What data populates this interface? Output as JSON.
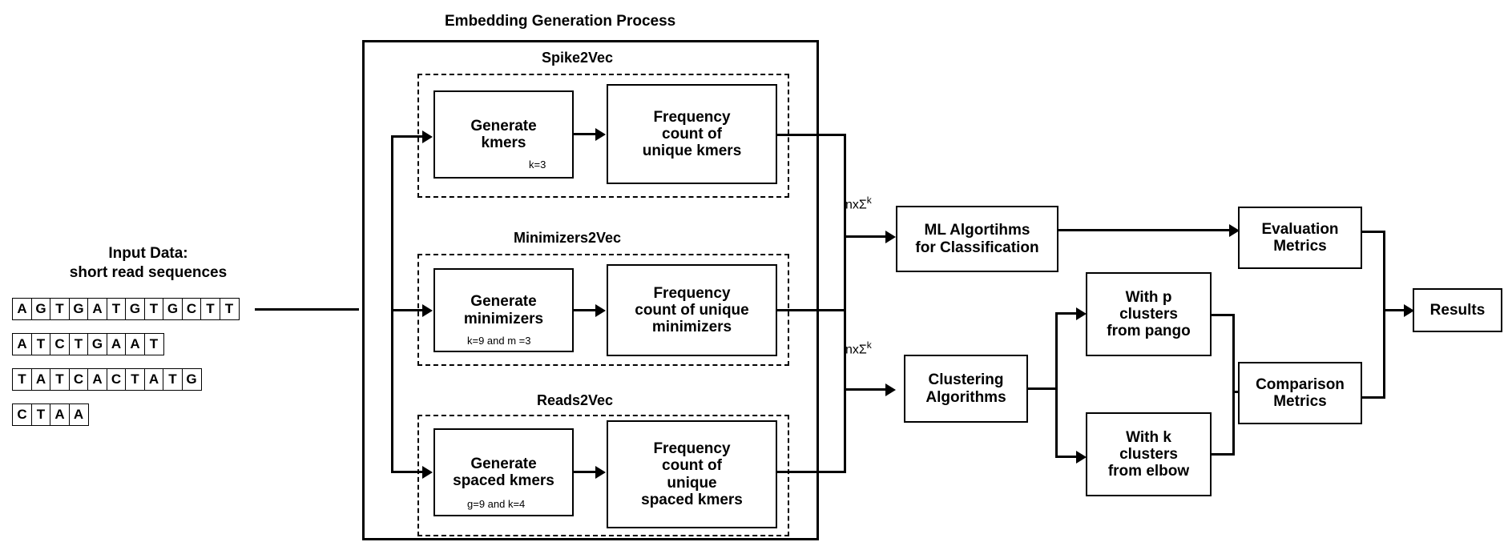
{
  "diagram": {
    "title": "Embedding Generation Process",
    "input": {
      "caption_line1": "Input Data:",
      "caption_line2": "short read sequences",
      "sequences": [
        "AGTGATGTGCTT",
        "ATCTGAAT",
        "TATCACTATG",
        "CTAA"
      ]
    },
    "pipelines": [
      {
        "name": "Spike2Vec",
        "generate": "Generate\nkmers",
        "generate_param": "k=3",
        "frequency": "Frequency\ncount of\nunique kmers"
      },
      {
        "name": "Minimizers2Vec",
        "generate": "Generate\nminimizers",
        "generate_param": "k=9 and m =3",
        "frequency": "Frequency\ncount of unique\nminimizers"
      },
      {
        "name": "Reads2Vec",
        "generate": "Generate\nspaced kmers",
        "generate_param": "g=9 and k=4",
        "frequency": "Frequency\ncount of\nunique\nspaced kmers"
      }
    ],
    "edge_labels": {
      "classification_dim": "nxΣ",
      "classification_dim_sup": "k",
      "clustering_dim": "nxΣ",
      "clustering_dim_sup": "k"
    },
    "downstream": {
      "ml": "ML Algortihms\nfor Classification",
      "clustering": "Clustering\nAlgorithms",
      "cluster_p": "With p\nclusters\nfrom pango",
      "cluster_k": "With k\nclusters\nfrom elbow",
      "evaluation": "Evaluation\nMetrics",
      "comparison": "Comparison\nMetrics",
      "results": "Results"
    },
    "colors": {
      "stroke": "#000000",
      "background": "#ffffff"
    }
  }
}
